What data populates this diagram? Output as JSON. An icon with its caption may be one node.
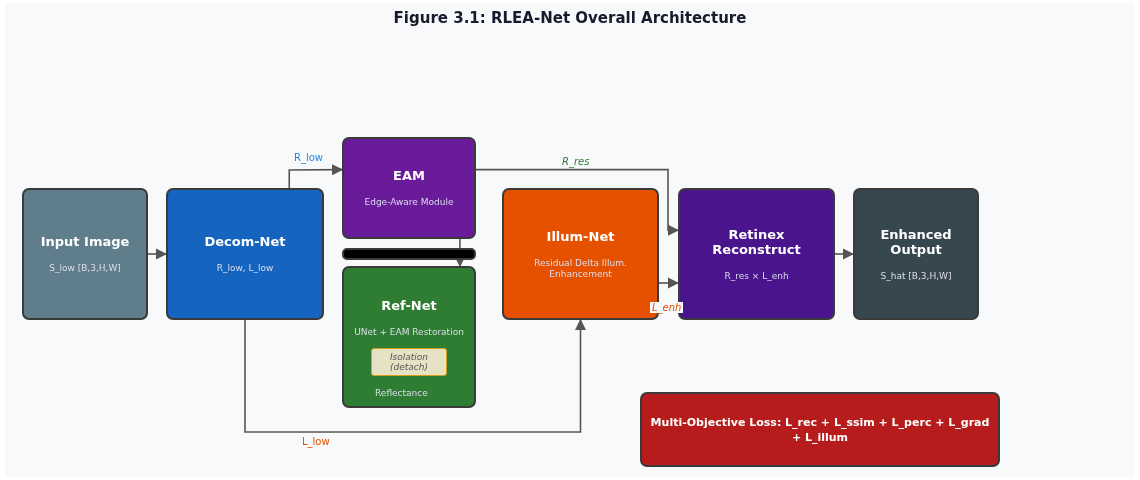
{
  "diagram": {
    "title": "Figure 3.1: RLEA-Net Overall Architecture",
    "nodes": [
      {
        "text": [
          "Input Image",
          "S_low [B,3,H,W]"
        ]
      },
      {
        "text": [
          "Decom-Net",
          "R_low, L_low"
        ]
      },
      {
        "text": [
          "EAM",
          "Edge-Aware Module"
        ]
      },
      {
        "text": [],
        "shape": "bar"
      },
      {
        "text": [
          "Ref-Net",
          "UNet + EAM Restoration"
        ]
      },
      {
        "text": [
          "Isolation (detach)"
        ],
        "in": 4
      },
      {
        "text": [
          "Illum-Net",
          "Residual Delta Illum. Enhancement"
        ]
      },
      {
        "text": [
          "Retinex Reconstruct",
          "R_res × L_enh"
        ]
      },
      {
        "text": [
          "Enhanced Output",
          "S_hat [B,3,H,W]"
        ]
      },
      {
        "text": [
          "Multi-Objective Loss: L_rec + L_ssim + L_perc + L_grad + L_illum"
        ]
      }
    ],
    "edges": [
      {
        "from": 0,
        "to": 1,
        "arrow": "to"
      },
      {
        "from": 1,
        "to": 2,
        "arrow": "to",
        "label": "R_low"
      },
      {
        "from": 1,
        "to": 6,
        "arrow": "to",
        "label": "L_low"
      },
      {
        "from": 2,
        "to": 4,
        "arrow": "to"
      },
      {
        "from": 2,
        "to": 7,
        "arrow": "to",
        "label": "R_res"
      },
      {
        "from": 6,
        "to": 7,
        "arrow": "to",
        "label": "L_enh"
      },
      {
        "from": 7,
        "to": 8,
        "arrow": "to"
      }
    ],
    "labels": [
      "Reflectance"
    ]
  }
}
